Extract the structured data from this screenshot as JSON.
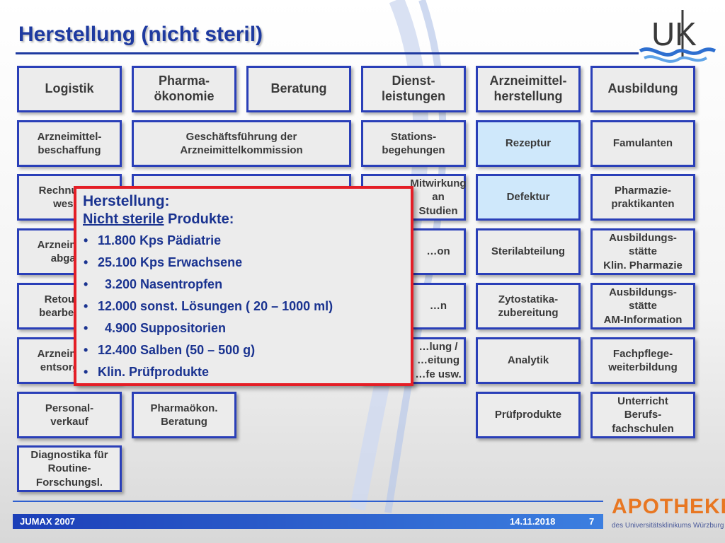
{
  "slide": {
    "title": "Herstellung (nicht steril)"
  },
  "columns": [
    {
      "header": "Logistik",
      "items": [
        "Arzneimittel-\nbeschaffung",
        "Rechnungs-\nwesen",
        "Arzneimittel-\nabgabe",
        "Retouren-\nbearbeitung",
        "Arzneimittel-\nentsorgung",
        "Personal-\nverkauf",
        "Diagnostika für\nRoutine-\nForschungsl."
      ]
    },
    {
      "header": "Pharma-\nökonomie",
      "items": [
        "Pharmaökon.\nBeratung"
      ]
    },
    {
      "header": "Beratung",
      "items": []
    },
    {
      "header": "Dienst-\nleistungen",
      "items": [
        "Stations-\nbegehungen",
        "Mitwirkung an\nStudien",
        "…on",
        "…n",
        "…lung /\n…eitung\n…fe usw."
      ]
    },
    {
      "header": "Arzneimittel-\nherstellung",
      "items": [
        "Rezeptur",
        "Defektur",
        "Sterilabteilung",
        "Zytostatika-\nzubereitung",
        "Analytik",
        "Prüfprodukte"
      ]
    },
    {
      "header": "Ausbildung",
      "items": [
        "Famulanten",
        "Pharmazie-\npraktikanten",
        "Ausbildungs-\nstätte\nKlin. Pharmazie",
        "Ausbildungs-\nstätte\nAM-Information",
        "Fachpflege-\nweiterbildung",
        "Unterricht\nBerufs-\nfachschulen"
      ]
    }
  ],
  "span_box": "Geschäftsführung der\nArzneimittelkommission",
  "popup": {
    "title": "Herstellung:",
    "subtitle_underlined": "Nicht sterile",
    "subtitle_rest": " Produkte:",
    "items": [
      "11.800 Kps Pädiatrie",
      "25.100 Kps Erwachsene",
      "  3.200 Nasentropfen",
      "12.000 sonst. Lösungen ( 20 – 1000 ml)",
      "  4.900 Suppositorien",
      "12.400 Salben (50 – 500 g)",
      "Klin. Prüfprodukte"
    ]
  },
  "footer": {
    "left": "JUMAX 2007",
    "date": "14.11.2018",
    "page": "7"
  },
  "logos": {
    "ukk_text": "UK",
    "apotheke_word": "APOTHEKE",
    "apotheke_sub": "des Universitätsklinikums Würzburg"
  },
  "colors": {
    "title": "#1e3aa0",
    "box_border": "#2a3fb8",
    "box_fill": "#ececec",
    "highlight_fill": "#cfe8fb",
    "popup_border": "#e41e26",
    "apotheke_orange": "#e87722"
  }
}
